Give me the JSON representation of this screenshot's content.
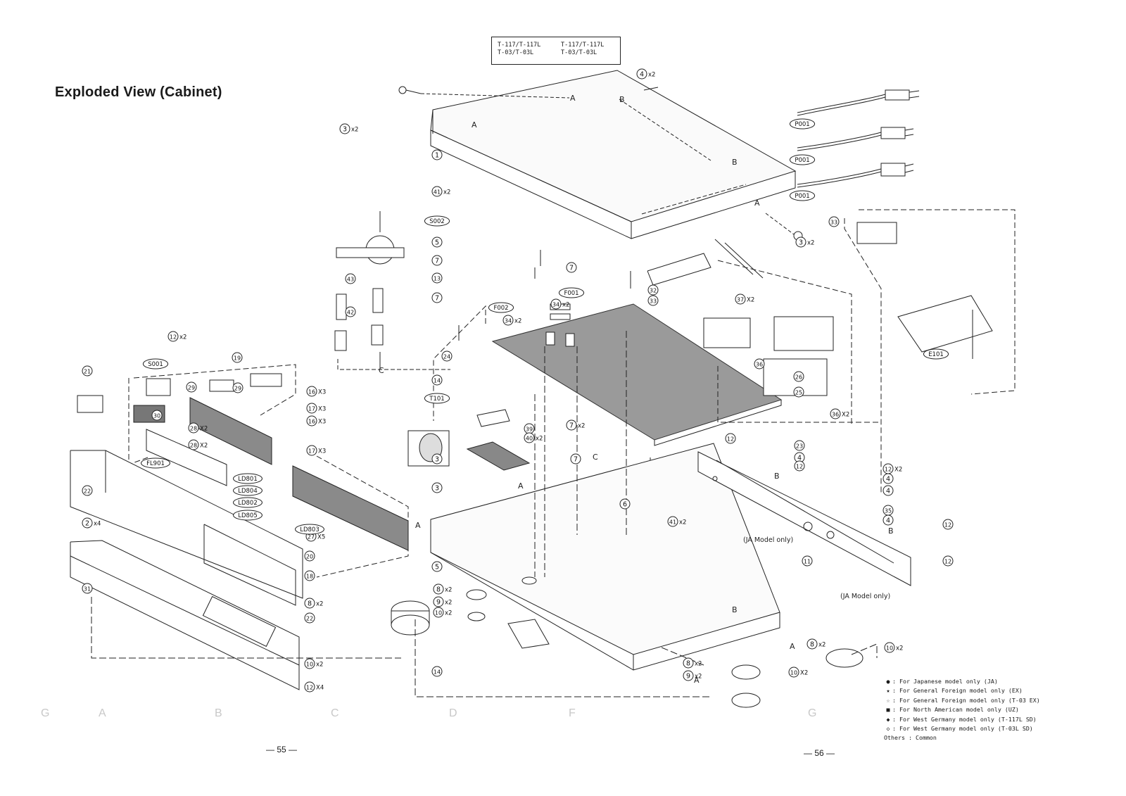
{
  "header": {
    "title": "Exploded View (Cabinet)",
    "model_box": {
      "left": [
        "T-117/T-117L",
        "T-03/T-03L"
      ],
      "right": [
        "T-117/T-117L",
        "T-03/T-03L"
      ]
    }
  },
  "footer": {
    "page_left": "— 55 —",
    "page_right": "— 56 —"
  },
  "grid_letters": [
    "G",
    "A",
    "B",
    "C",
    "D",
    "F",
    "G"
  ],
  "callouts": [
    {
      "ref": "1",
      "qty": ""
    },
    {
      "ref": "3",
      "qty": "x2"
    },
    {
      "ref": "3",
      "qty": "x2"
    },
    {
      "ref": "4",
      "qty": "x2"
    },
    {
      "ref": "5",
      "qty": ""
    },
    {
      "ref": "7",
      "qty": ""
    },
    {
      "ref": "7",
      "qty": ""
    },
    {
      "ref": "7",
      "qty": ""
    },
    {
      "ref": "13",
      "qty": ""
    },
    {
      "ref": "14",
      "qty": ""
    },
    {
      "ref": "41",
      "qty": "x2"
    },
    {
      "ref": "43",
      "qty": ""
    },
    {
      "ref": "42",
      "qty": ""
    },
    {
      "ref": "12",
      "qty": "x2"
    },
    {
      "ref": "21",
      "qty": ""
    },
    {
      "ref": "19",
      "qty": ""
    },
    {
      "ref": "29",
      "qty": ""
    },
    {
      "ref": "29",
      "qty": ""
    },
    {
      "ref": "30",
      "qty": ""
    },
    {
      "ref": "16",
      "qty": "X3"
    },
    {
      "ref": "17",
      "qty": "X3"
    },
    {
      "ref": "16",
      "qty": "X3"
    },
    {
      "ref": "17",
      "qty": "X3"
    },
    {
      "ref": "28",
      "qty": "X2"
    },
    {
      "ref": "28",
      "qty": "X2"
    },
    {
      "ref": "27",
      "qty": "X5"
    },
    {
      "ref": "20",
      "qty": ""
    },
    {
      "ref": "18",
      "qty": ""
    },
    {
      "ref": "22",
      "qty": ""
    },
    {
      "ref": "2",
      "qty": "x4"
    },
    {
      "ref": "31",
      "qty": ""
    },
    {
      "ref": "3",
      "qty": ""
    },
    {
      "ref": "3",
      "qty": ""
    },
    {
      "ref": "5",
      "qty": ""
    },
    {
      "ref": "8",
      "qty": "x2"
    },
    {
      "ref": "22",
      "qty": ""
    },
    {
      "ref": "10",
      "qty": "x2"
    },
    {
      "ref": "12",
      "qty": "X4"
    },
    {
      "ref": "14",
      "qty": ""
    },
    {
      "ref": "8",
      "qty": "x2"
    },
    {
      "ref": "9",
      "qty": "x2"
    },
    {
      "ref": "10",
      "qty": "x2"
    },
    {
      "ref": "39",
      "qty": ""
    },
    {
      "ref": "40",
      "qty": "x2"
    },
    {
      "ref": "7",
      "qty": "x2"
    },
    {
      "ref": "7",
      "qty": ""
    },
    {
      "ref": "6",
      "qty": ""
    },
    {
      "ref": "41",
      "qty": "x2"
    },
    {
      "ref": "24",
      "qty": ""
    },
    {
      "ref": "34",
      "qty": "x2"
    },
    {
      "ref": "34",
      "qty": "x2"
    },
    {
      "ref": "32",
      "qty": ""
    },
    {
      "ref": "33",
      "qty": ""
    },
    {
      "ref": "37",
      "qty": "X2"
    },
    {
      "ref": "33",
      "qty": ""
    },
    {
      "ref": "36",
      "qty": ""
    },
    {
      "ref": "26",
      "qty": ""
    },
    {
      "ref": "25",
      "qty": ""
    },
    {
      "ref": "36",
      "qty": "X2"
    },
    {
      "ref": "12",
      "qty": ""
    },
    {
      "ref": "23",
      "qty": ""
    },
    {
      "ref": "4",
      "qty": ""
    },
    {
      "ref": "12",
      "qty": ""
    },
    {
      "ref": "12",
      "qty": "X2"
    },
    {
      "ref": "4",
      "qty": ""
    },
    {
      "ref": "4",
      "qty": ""
    },
    {
      "ref": "35",
      "qty": ""
    },
    {
      "ref": "4",
      "qty": ""
    },
    {
      "ref": "12",
      "qty": ""
    },
    {
      "ref": "12",
      "qty": ""
    },
    {
      "ref": "11",
      "qty": ""
    },
    {
      "ref": "8",
      "qty": "x2"
    },
    {
      "ref": "10",
      "qty": "x2"
    },
    {
      "ref": "8",
      "qty": "x2"
    },
    {
      "ref": "9",
      "qty": "x2"
    },
    {
      "ref": "10",
      "qty": "X2"
    }
  ],
  "part_labels": [
    "S002",
    "S001",
    "F001",
    "F002",
    "T101",
    "FL901",
    "LD801",
    "LD804",
    "LD802",
    "LD805",
    "LD803",
    "P001",
    "P001",
    "P001",
    "E101",
    "E101"
  ],
  "letters": [
    "A",
    "A",
    "B",
    "B",
    "C",
    "A",
    "A",
    "C",
    "B",
    "A",
    "B",
    "B",
    "A",
    "A"
  ],
  "annotations": {
    "ja_model_only_1": "(JA Model only)",
    "ja_model_only_2": "(JA Model only)"
  },
  "legend": [
    {
      "symbol": "●",
      "text": ": For Japanese model only (JA)"
    },
    {
      "symbol": "★",
      "text": ": For General Foreign model only (EX)"
    },
    {
      "symbol": "☆",
      "text": ": For General Foreign model only (T-03 EX)"
    },
    {
      "symbol": "■",
      "text": ": For North American model only (UZ)"
    },
    {
      "symbol": "◆",
      "text": ": For West Germany model only (T-117L SD)"
    },
    {
      "symbol": "◇",
      "text": ": For West Germany model only (T-03L SD)"
    },
    {
      "symbol": "",
      "text": "Others : Common"
    }
  ]
}
